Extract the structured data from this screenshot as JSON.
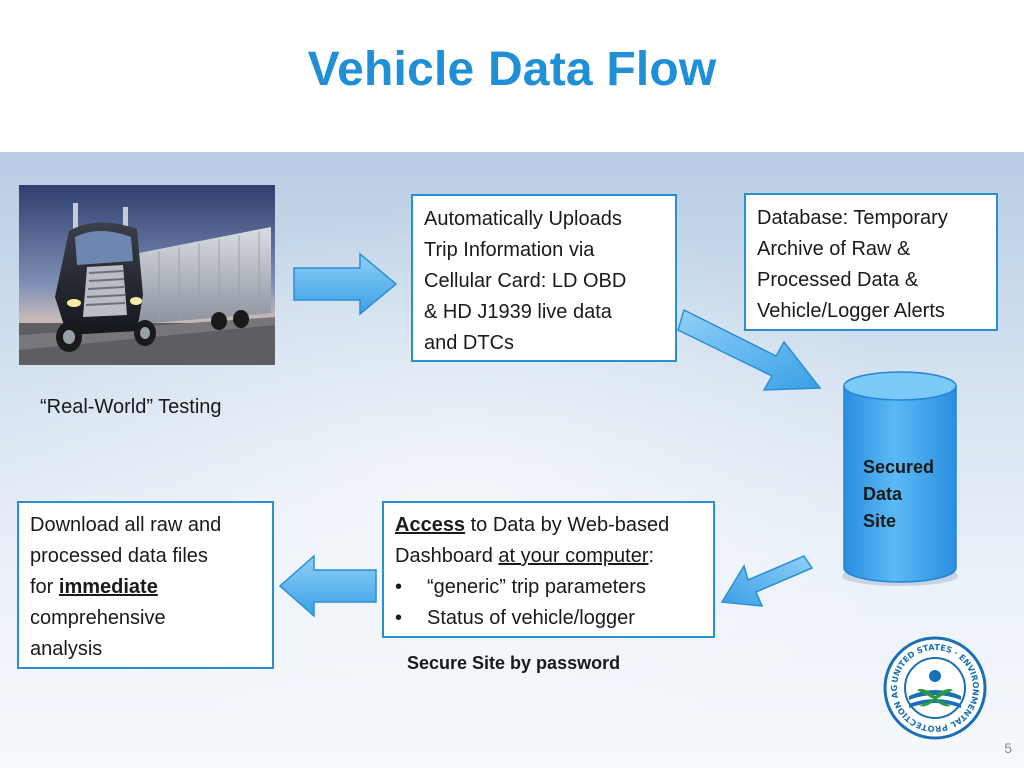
{
  "title": "Vehicle Data Flow",
  "colors": {
    "title": "#1f8fd6",
    "box_border": "#2a8fd0",
    "arrow": "#4fb2ee",
    "cylinder": "#3aa3ee"
  },
  "truck": {
    "caption": "“Real-World” Testing"
  },
  "upload_box": {
    "lines": [
      "Automatically Uploads",
      "Trip Information via",
      "Cellular Card: LD OBD",
      "& HD J1939 live data",
      "and DTCs"
    ]
  },
  "database_box": {
    "lines": [
      "Database: Temporary",
      "Archive of Raw &",
      "Processed Data &",
      "Vehicle/Logger Alerts"
    ]
  },
  "secure_site": {
    "lines": [
      "Secured",
      "Data",
      "Site"
    ]
  },
  "access_box": {
    "access_word": "Access",
    "line1_rest": " to Data by Web-based",
    "line2_prefix": "Dashboard ",
    "line2_underlined": "at your computer",
    "line2_suffix": ":",
    "bullets": [
      "“generic” trip parameters",
      "Status of vehicle/logger"
    ]
  },
  "download_box": {
    "line1": "Download all raw and",
    "line2": "processed data files",
    "line3_prefix": "for ",
    "line3_emphasis": "immediate",
    "line4": "comprehensive",
    "line5": "analysis"
  },
  "password_note": "Secure Site by password",
  "epa_seal": {
    "ring_text": "UNITED STATES · ENVIRONMENTAL PROTECTION AGENCY"
  },
  "page_number": "5"
}
